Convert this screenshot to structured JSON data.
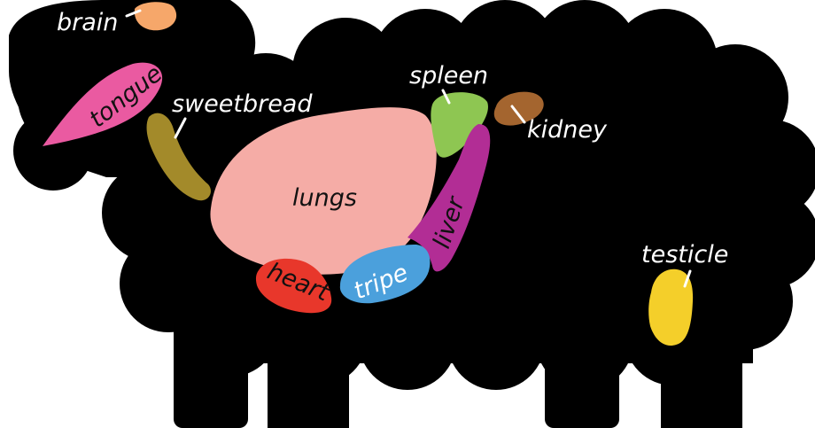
{
  "colors": {
    "body": "#000000",
    "background": "#ffffff",
    "brain": "#f6a76a",
    "tongue": "#ea5aa1",
    "sweetbread": "#a38a2a",
    "lungs": "#f5aca6",
    "spleen": "#8ec652",
    "kidney": "#a4652f",
    "liver": "#b22d95",
    "heart": "#e8372b",
    "tripe": "#4ba0dc",
    "testicle": "#f4cf2a"
  },
  "labels": {
    "brain": "brain",
    "tongue": "tongue",
    "sweetbread": "sweetbread",
    "lungs": "lungs",
    "spleen": "spleen",
    "kidney": "kidney",
    "liver": "liver",
    "heart": "heart",
    "tripe": "tripe",
    "testicle": "testicle"
  }
}
